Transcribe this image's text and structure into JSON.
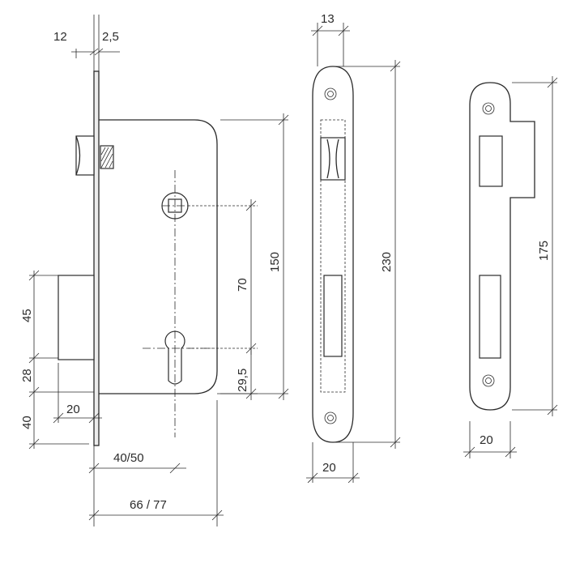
{
  "dimensions": {
    "backset_tab": "12",
    "faceplate_thickness": "2,5",
    "faceplate_width": "13",
    "deadbolt_height": "45",
    "latch_gap": "28",
    "bottom_offset": "40",
    "bolt_projection": "20",
    "centre_distance": "70",
    "case_height": "150",
    "cylinder_offset": "29,5",
    "backset": "40/50",
    "case_depth": "66 / 77",
    "faceplate_length": "230",
    "faceplate_face_width": "20",
    "strike_length": "175",
    "strike_width": "20"
  }
}
